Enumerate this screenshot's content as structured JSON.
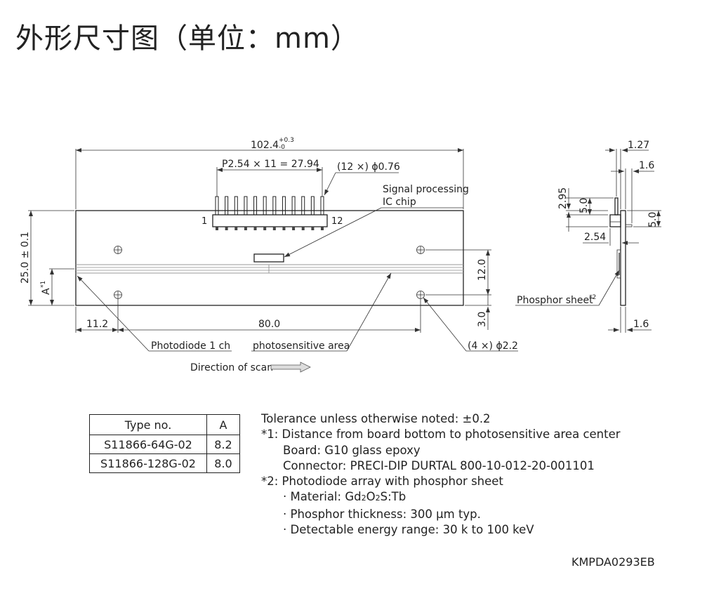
{
  "title": "外形尺寸图（单位：mm）",
  "dimensions": {
    "total_length": "102.4",
    "tol_plus": "+0.3",
    "tol_minus": "-0",
    "pitch": "P2.54 × 11 = 27.94",
    "pin_hole": "(12 ×) ϕ0.76",
    "height": "25.0 ± 0.1",
    "a_label": "A",
    "a_note": "*1",
    "left_offset": "11.2",
    "hole_spacing": "80.0",
    "vert_12": "12.0",
    "vert_3": "3.0",
    "mount_holes": "(4 ×) ϕ2.2",
    "side_1_27": "1.27",
    "side_1_6_top": "1.6",
    "side_2_95": "2.95",
    "side_5_0_left": "5.0",
    "side_5_0_right": "5.0",
    "side_2_54": "2.54",
    "side_1_6_bottom": "1.6"
  },
  "labels": {
    "pin1": "1",
    "pin12": "12",
    "ic_chip_line1": "Signal processing",
    "ic_chip_line2": "IC chip",
    "photodiode": "Photodiode 1 ch",
    "photosensitive": "photosensitive area",
    "scan": "Direction of scan",
    "phosphor": "Phosphor sheet",
    "phosphor_note": "*2"
  },
  "type_table": {
    "headers": [
      "Type no.",
      "A"
    ],
    "rows": [
      [
        "S11866-64G-02",
        "8.2"
      ],
      [
        "S11866-128G-02",
        "8.0"
      ]
    ]
  },
  "notes": {
    "tolerance": "Tolerance unless otherwise noted: ±0.2",
    "note1": "*1: Distance from board bottom to photosensitive area center",
    "board": "Board: G10 glass epoxy",
    "connector": "Connector: PRECI-DIP DURTAL 800-10-012-20-001101",
    "note2": "*2: Photodiode array with phosphor sheet",
    "material_prefix": "· Material: Gd",
    "material_mid1": "2",
    "material_o": "O",
    "material_mid2": "2",
    "material_suffix": "S:Tb",
    "thickness": "· Phosphor thickness: 300 μm typ.",
    "energy": "· Detectable energy range: 30 k to 100 keV"
  },
  "doc_code": "KMPDA0293EB"
}
